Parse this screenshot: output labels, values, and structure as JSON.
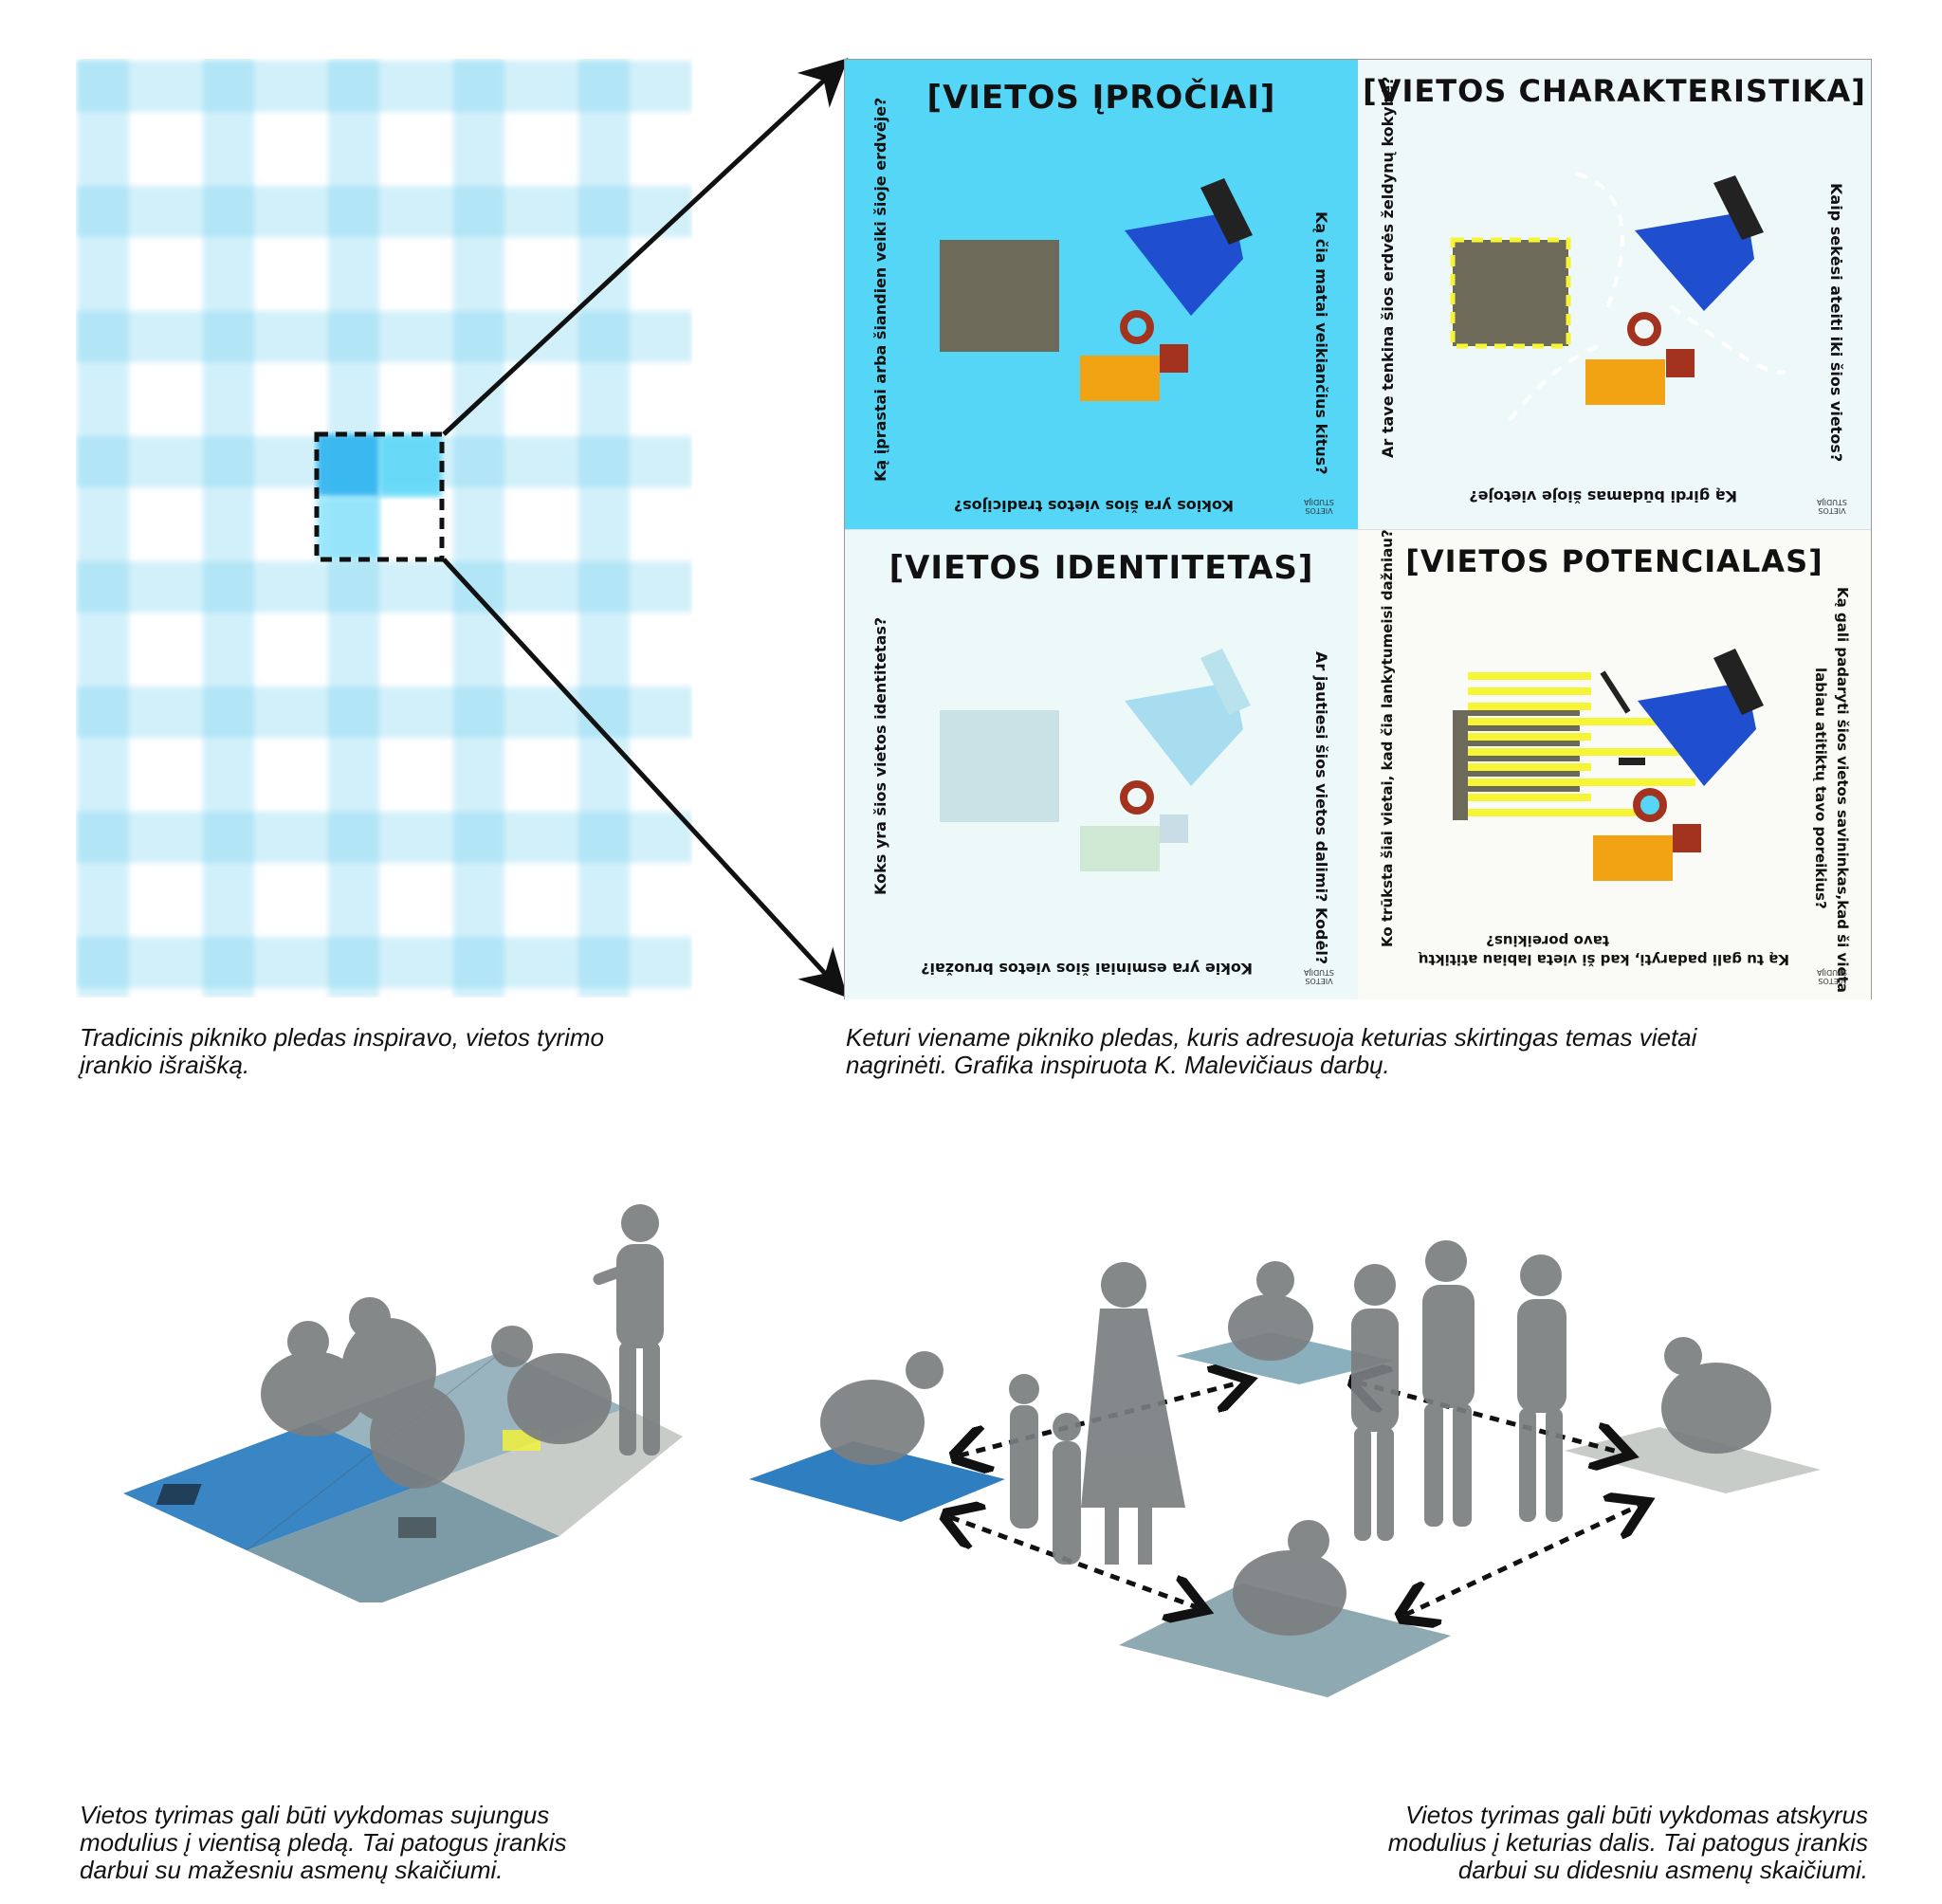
{
  "captions": {
    "gingham": [
      "Tradicinis pikniko pledas inspiravo, vietos tyrimo",
      "įrankio išraišką."
    ],
    "quad": [
      "Keturi viename pikniko pledas, kuris adresuoja keturias skirtingas temas vietai",
      "nagrinėti. Grafika inspiruota K. Malevičiaus darbų."
    ],
    "joined": [
      "Vietos tyrimas gali būti vykdomas sujungus",
      "modulius į vientisą pledą. Tai patogus įrankis",
      "darbui su mažesniu asmenų skaičiumi."
    ],
    "separated": [
      "Vietos tyrimas gali būti vykdomas atskyrus",
      "modulius į keturias dalis. Tai patogus įrankis",
      "darbui su didesniu asmenų skaičiumi."
    ]
  },
  "panels": [
    {
      "title": "[VIETOS ĮPROČIAI]",
      "left_q": "Ką įprastai arba šiandien veiki šioje erdvėje?",
      "right_q": "Ką čia matai veikiančius kitus?",
      "bottom_q": "Kokios yra šios vietos tradicijos?",
      "bg": "#55d6f7"
    },
    {
      "title": "[VIETOS CHARAKTERISTIKA]",
      "left_q": "Ar tave tenkina šios erdvės želdynų kokybė?",
      "right_q": "Kaip sekėsi ateiti iki šios vietos?",
      "bottom_q": "Ką girdi būdamas šioje vietoje?",
      "bg": "#eef8f8"
    },
    {
      "title": "[VIETOS IDENTITETAS]",
      "left_q": "Koks yra šios vietos identitetas?",
      "right_q": "Ar jautiesi šios vietos dalimi? Kodėl?",
      "bottom_q": "Kokie yra esminiai šios vietos bruožai?",
      "bg": "#edf8f9"
    },
    {
      "title": "[VIETOS POTENCIALAS]",
      "left_q": "Ko trūksta šiai vietai, kad čia lankytumeisi dažniau?",
      "right_q": "Ką gali padaryti šios vietos savininkas,kad ši vieta",
      "right_q2": "labiau atitiktų tavo poreikius?",
      "bottom_q": "Ką tu gali padaryti, kad ši vieta labiau atitiktų",
      "bottom_q2": "tavo poreikius?",
      "bg": "#fafaf6"
    }
  ],
  "logo_text": "VIETOS STUDIJA",
  "colors": {
    "gingham": "#5fc9ee",
    "arrow": "#111111",
    "silhouette": "#7b7e80",
    "orange": "#f2a314",
    "blue": "#1f4fcf",
    "brown": "#6e6a5a",
    "red": "#a3321f",
    "yellow": "#f5f536"
  }
}
